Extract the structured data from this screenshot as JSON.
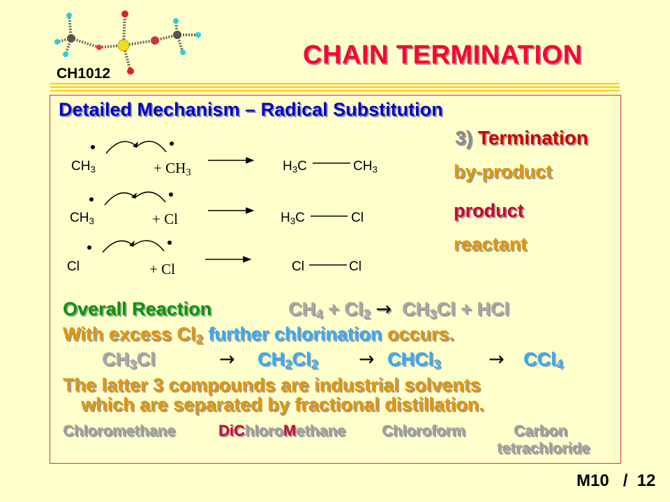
{
  "header": {
    "course_code": "CH1012",
    "title": "CHAIN TERMINATION"
  },
  "colors": {
    "background": "#ffffcc",
    "title": "#ff0033",
    "subtitle": "#0000cc",
    "orange": "#e69500",
    "blue": "#33aaff",
    "green": "#009900",
    "grey": "#a8a8a8",
    "rule": "#ffcc00"
  },
  "main": {
    "subtitle": "Detailed Mechanism – Radical Substitution",
    "stage_num": "3)",
    "stage_word": "Termination",
    "reactions": [
      {
        "left": "CH",
        "left_sub": "3",
        "plus": "+ ",
        "right": "CH",
        "right_sub": "3",
        "prod_left": "H",
        "prod_left_sub": "3",
        "prod_left_tail": "C",
        "prod_right": "CH",
        "prod_right_sub": "3",
        "role": "by-product"
      },
      {
        "left": "CH",
        "left_sub": "3",
        "plus": "+",
        "right": "Cl",
        "prod_left": "H",
        "prod_left_sub": "3",
        "prod_left_tail": "C",
        "prod_right": "Cl",
        "role": "product"
      },
      {
        "left": "Cl",
        "plus": "+ ",
        "right": "Cl",
        "prod_left": "Cl",
        "prod_right": "Cl",
        "role": "reactant"
      }
    ],
    "overall": {
      "label": "Overall Reaction",
      "ch": "CH",
      "ch_sub": "4",
      "plus_cl": " + Cl",
      "cl_sub": "2",
      "arrow": "→",
      "prod_ch": "CH",
      "prod_ch_sub": "3",
      "prod_rest": "Cl + HCl"
    },
    "excess": {
      "part1": "With excess Cl",
      "sub": "2",
      "part2": " further chlorination ",
      "part3": "occurs."
    },
    "series": [
      {
        "main": "CH",
        "sub": "3",
        "tail": "Cl"
      },
      {
        "main": "CH",
        "sub": "2",
        "tail": "Cl",
        "sub2": "2"
      },
      {
        "main": "CHCl",
        "sub": "3"
      },
      {
        "main": "CCl",
        "sub": "4"
      }
    ],
    "arrow": "→",
    "latter_line1": "The latter 3 compounds are industrial solvents",
    "latter_line2": "which are separated by fractional distillation.",
    "names": {
      "n1": "Chloromethane",
      "n2_a": "Di",
      "n2_b": "C",
      "n2_c": "hloro",
      "n2_d": "M",
      "n2_e": "ethane",
      "n3": "Chloroform",
      "n4a": "Carbon",
      "n4b": "tetrachloride"
    }
  },
  "footer": {
    "page": "M10   /  12"
  }
}
